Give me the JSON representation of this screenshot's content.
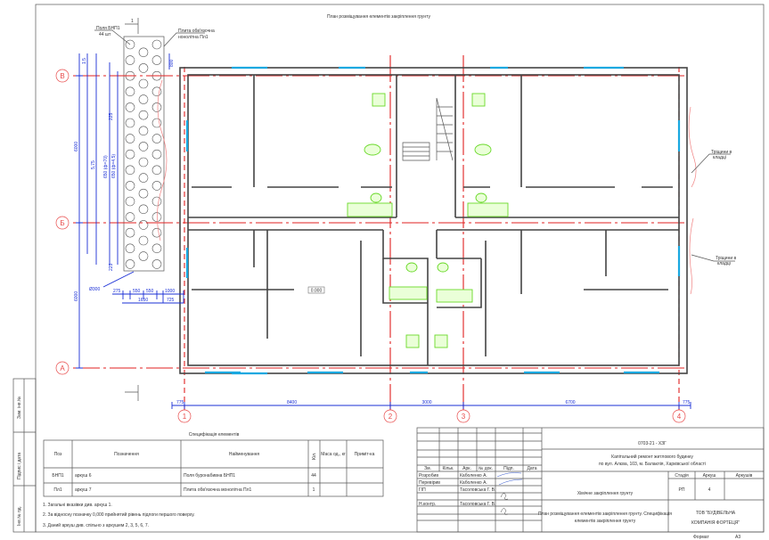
{
  "drawing": {
    "title": "План розміщування елементів закріплення грунту",
    "section_mark": "1",
    "pile_label": [
      "Поля БНП1",
      "44 шт"
    ],
    "plate_label": [
      "Плита обв'язочна",
      "нонолітна Пл1"
    ],
    "crack_label": [
      "Тріщини в",
      "кладці"
    ],
    "level_mark": "0.000",
    "axes_rows": [
      "В",
      "Б",
      "А"
    ],
    "axes_cols": [
      "1",
      "2",
      "3",
      "4"
    ],
    "dims_bottom": [
      "775",
      "8400",
      "3000",
      "6700",
      "775"
    ],
    "dims_left": [
      "6000",
      "6000",
      "1:5",
      "800"
    ],
    "dims_vertical_inner": [
      "5,75",
      "650 (ф=70)",
      "650 (ф=4,5)"
    ],
    "dims_pile": [
      "275",
      "550",
      "550",
      "1000",
      "1650",
      "725",
      "Ø300",
      "225",
      "225",
      "800"
    ]
  },
  "spec": {
    "title": "Специфікація елементів",
    "headers": [
      "Поз",
      "Позначення",
      "Найменування",
      "Кіл.",
      "Маса од., кг",
      "Приміт-ка"
    ],
    "rows": [
      [
        "БНП1",
        "аркуш 6",
        "Поля буронабивна БНП1",
        "44",
        "",
        ""
      ],
      [
        "Пл1",
        "аркуш 7",
        "Плита обв'язочна монолітна Пл1",
        "1",
        "",
        ""
      ]
    ],
    "notes": [
      "1. Загальні вказівки див. аркуш 1.",
      "2. За відносну позначку 0,000 прийнятий рівень підлоги першого поверху.",
      "3. Даний аркуш див. спільно з аркушем 2, 3, 5, 6, 7."
    ]
  },
  "stamp_left": [
    "Інв.№ пд.",
    "Підпис і дата",
    "Зам. інв.№"
  ],
  "title_block": {
    "code": "0703-21 - ХЗГ",
    "project": [
      "Капітальний ремонт житлового будинку",
      "по вул. Алєва, 103, м. Балаклія, Харківської області"
    ],
    "col_headers": [
      "Зм.",
      "Кільк.",
      "Арк.",
      "№ док.",
      "Підп.",
      "Дата"
    ],
    "people": [
      {
        "role": "Розробив",
        "name": "Каболенко А."
      },
      {
        "role": "Перевірив",
        "name": "Каболенко А."
      },
      {
        "role": "ГІП",
        "name": "Тасоловська Г. В."
      },
      {
        "role": "",
        "name": ""
      },
      {
        "role": "Н.контр.",
        "name": "Тасоловська Г. В."
      }
    ],
    "section_title": "Хімічне закріплення грунту",
    "stage_headers": [
      "Стадія",
      "Аркуш",
      "Аркушів"
    ],
    "stage_values": [
      "РП",
      "4",
      ""
    ],
    "sheet_title": [
      "План розміщування елементів закріплення грунту. Специфікація",
      "елементів закріплення грунту"
    ],
    "company": [
      "ТОВ \"БУДІВЕЛЬНА",
      "КОМПАНІЯ ФОРТЕЦЯ\""
    ],
    "format_label": "Формат",
    "format_value": "А3"
  }
}
